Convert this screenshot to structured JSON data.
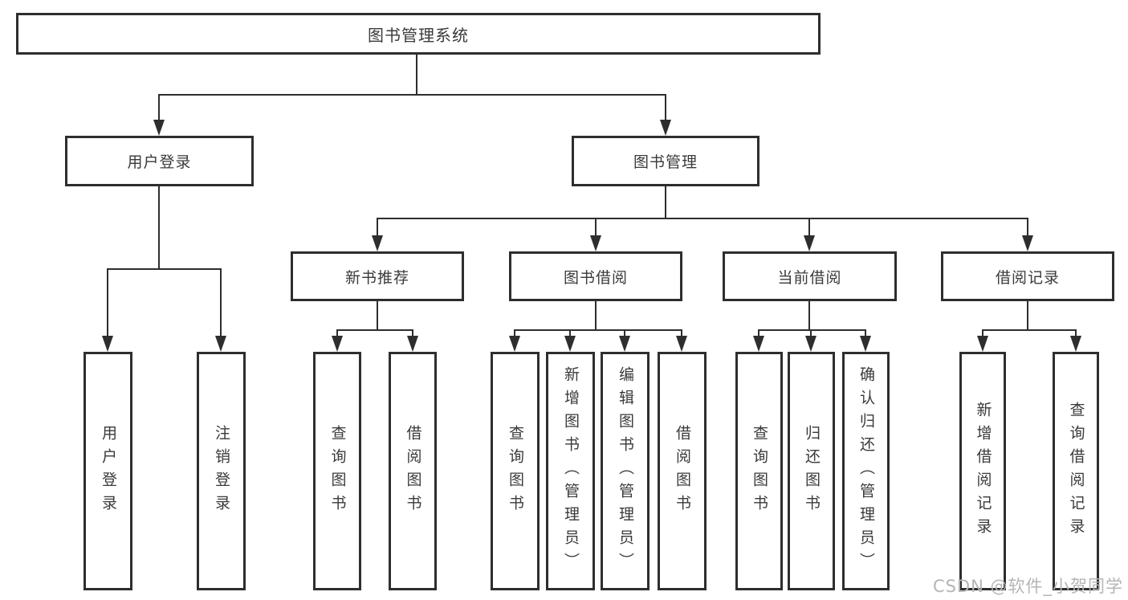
{
  "diagram": {
    "root": {
      "label": "图书管理系统"
    },
    "level2": {
      "user_login": "用户登录",
      "book_management": "图书管理"
    },
    "level3": {
      "new_book_recommend": "新书推荐",
      "book_borrowing": "图书借阅",
      "current_borrowing": "当前借阅",
      "borrowing_records": "借阅记录"
    },
    "leaves": {
      "user_login_group": [
        "用户登录",
        "注销登录"
      ],
      "new_book_group": [
        "查询图书",
        "借阅图书"
      ],
      "book_borrowing_group": [
        "查询图书",
        "新增图书（管理员）",
        "编辑图书（管理员）",
        "借阅图书"
      ],
      "current_borrowing_group": [
        "查询图书",
        "归还图书",
        "确认归还（管理员）"
      ],
      "borrowing_records_group": [
        "新增借阅记录",
        "查询借阅记录"
      ]
    },
    "colors": {
      "line": "#2e2e2e",
      "text": "#3a3a3a",
      "background": "#ffffff"
    }
  },
  "watermark": {
    "text": "CSDN @软件_小贺同学",
    "color": "#b5b5b5"
  }
}
